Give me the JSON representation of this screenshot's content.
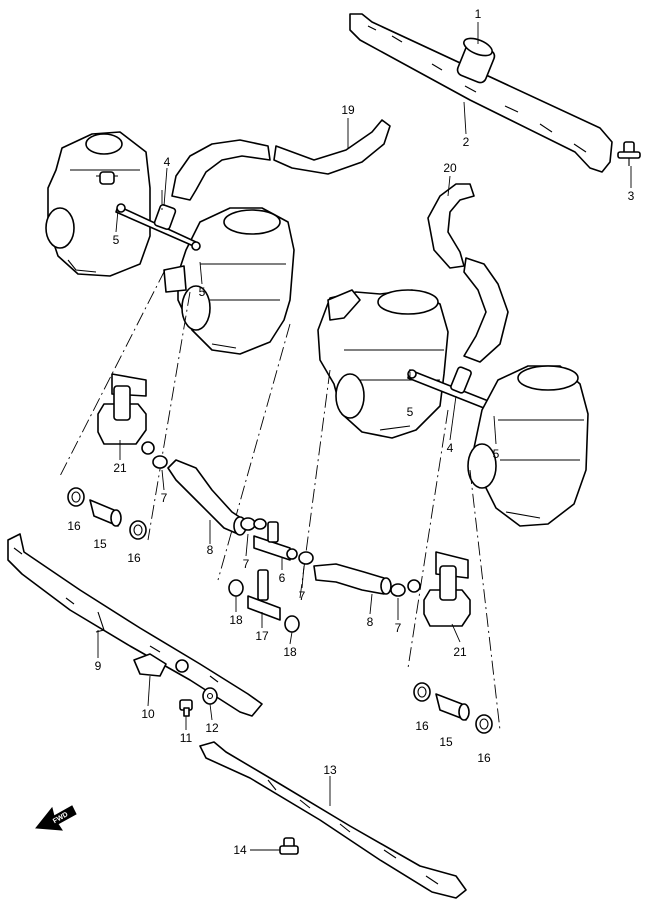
{
  "callouts": {
    "c1": "1",
    "c2": "2",
    "c3": "3",
    "c4a": "4",
    "c4b": "4",
    "c5a": "5",
    "c5b": "5",
    "c5c": "5",
    "c5d": "5",
    "c6": "6",
    "c7a": "7",
    "c7b": "7",
    "c7c": "7",
    "c7d": "7",
    "c7e": "7",
    "c8a": "8",
    "c8b": "8",
    "c9": "9",
    "c10": "10",
    "c11": "11",
    "c12": "12",
    "c13": "13",
    "c14": "14",
    "c15a": "15",
    "c15b": "15",
    "c16a": "16",
    "c16b": "16",
    "c16c": "16",
    "c16d": "16",
    "c17": "17",
    "c18a": "18",
    "c18b": "18",
    "c19": "19",
    "c20": "20",
    "c21a": "21",
    "c21b": "21"
  },
  "fwd_label": "FWD",
  "icons": {
    "fwd_arrow": "arrow-left-down-icon"
  }
}
